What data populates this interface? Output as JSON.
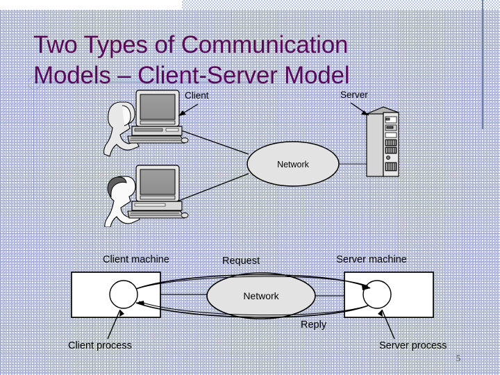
{
  "slide": {
    "title": "Two Types of Communication\nModels – Client-Server Model",
    "page_number": "5",
    "title_color": "#59095a",
    "accent_rule_color": "#8390c0",
    "grid_color": "#8c96be",
    "top_band_color": "#b9c7e4"
  },
  "diagram_top": {
    "name": "client-server-network-illustration",
    "labels": {
      "client": "Client",
      "server": "Server",
      "network": "Network"
    },
    "nodes": [
      {
        "id": "client-1",
        "type": "person-at-desktop-computer",
        "label_ref": "client"
      },
      {
        "id": "client-2",
        "type": "person-at-desktop-computer",
        "label_ref": null
      },
      {
        "id": "network-cloud",
        "type": "ellipse",
        "label_ref": "network"
      },
      {
        "id": "server-tower",
        "type": "server-tower",
        "label_ref": "server"
      }
    ],
    "links": [
      {
        "from": "client-1",
        "to": "network-cloud"
      },
      {
        "from": "client-2",
        "to": "network-cloud"
      },
      {
        "from": "network-cloud",
        "to": "server-tower"
      }
    ]
  },
  "diagram_bottom": {
    "name": "request-reply-process-diagram",
    "labels": {
      "client_machine": "Client machine",
      "server_machine": "Server machine",
      "client_process": "Client process",
      "server_process": "Server process",
      "request": "Request",
      "reply": "Reply",
      "network": "Network"
    },
    "nodes": [
      {
        "id": "client-machine-box",
        "type": "rectangle",
        "label_ref": "client_machine"
      },
      {
        "id": "client-process-circle",
        "type": "circle",
        "label_ref": "client_process"
      },
      {
        "id": "network-ellipse",
        "type": "ellipse",
        "label_ref": "network"
      },
      {
        "id": "server-machine-box",
        "type": "rectangle",
        "label_ref": "server_machine"
      },
      {
        "id": "server-process-circle",
        "type": "circle",
        "label_ref": "server_process"
      }
    ],
    "links": [
      {
        "from": "client-process-circle",
        "to": "server-process-circle",
        "label_ref": "request"
      },
      {
        "from": "server-process-circle",
        "to": "client-process-circle",
        "label_ref": "reply"
      }
    ]
  }
}
